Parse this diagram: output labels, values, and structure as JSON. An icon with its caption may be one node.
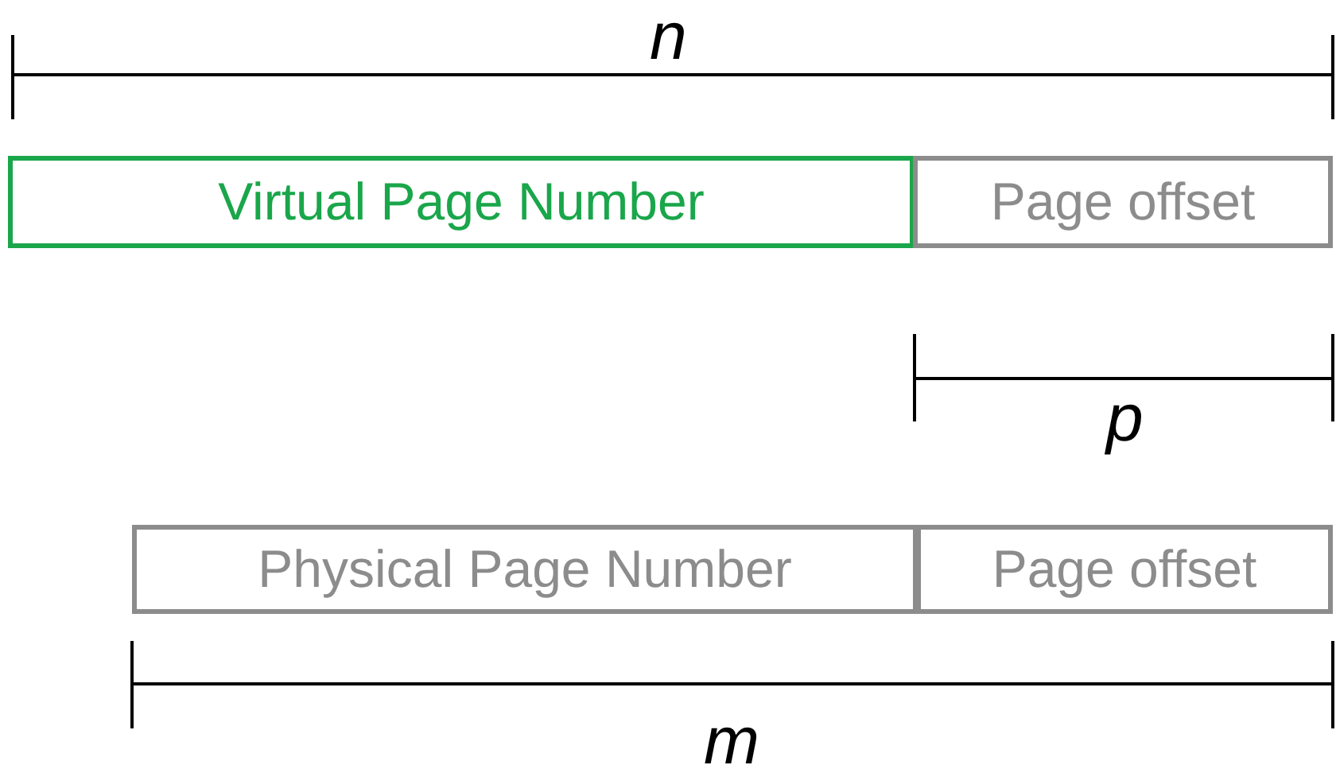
{
  "diagram": {
    "nodes": [
      {
        "text": [
          "Virtual Page Number"
        ]
      },
      {
        "text": [
          "Page offset"
        ]
      },
      {
        "text": [
          "Physical Page Number"
        ]
      },
      {
        "text": [
          "Page offset"
        ]
      }
    ],
    "labels": [
      "n",
      "p",
      "m"
    ]
  }
}
